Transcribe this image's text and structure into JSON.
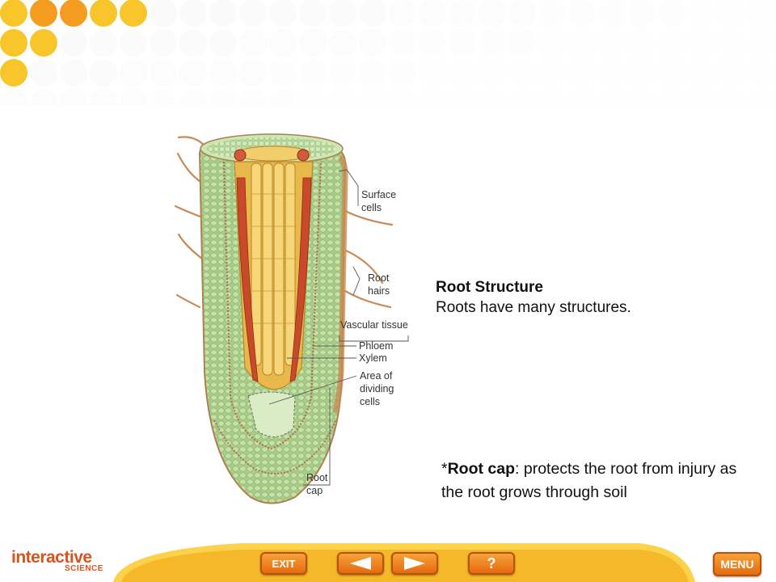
{
  "diagram": {
    "labels": {
      "surface_cells_1": "Surface",
      "surface_cells_2": "cells",
      "root_hairs_1": "Root",
      "root_hairs_2": "hairs",
      "vascular_tissue": "Vascular tissue",
      "phloem": "Phloem",
      "xylem": "Xylem",
      "dividing_1": "Area of",
      "dividing_2": "dividing",
      "dividing_3": "cells",
      "root_cap_1": "Root",
      "root_cap_2": "cap"
    }
  },
  "info": {
    "title": "Root Structure",
    "subtitle": "Roots have many structures."
  },
  "note": {
    "prefix": "*",
    "term": "Root cap",
    "text": ": protects the root from injury as the root grows through soil"
  },
  "logo": {
    "main": "interactive",
    "sub": "SCIENCE"
  },
  "nav": {
    "exit": "EXIT",
    "help": "?",
    "menu": "MENU"
  },
  "colors": {
    "accent_orange": "#f39c1f",
    "dot_yellow": "#f8c62a",
    "root_green": "#9cc47a",
    "phloem_red": "#c94a2a",
    "xylem_yellow": "#f0c24a"
  }
}
